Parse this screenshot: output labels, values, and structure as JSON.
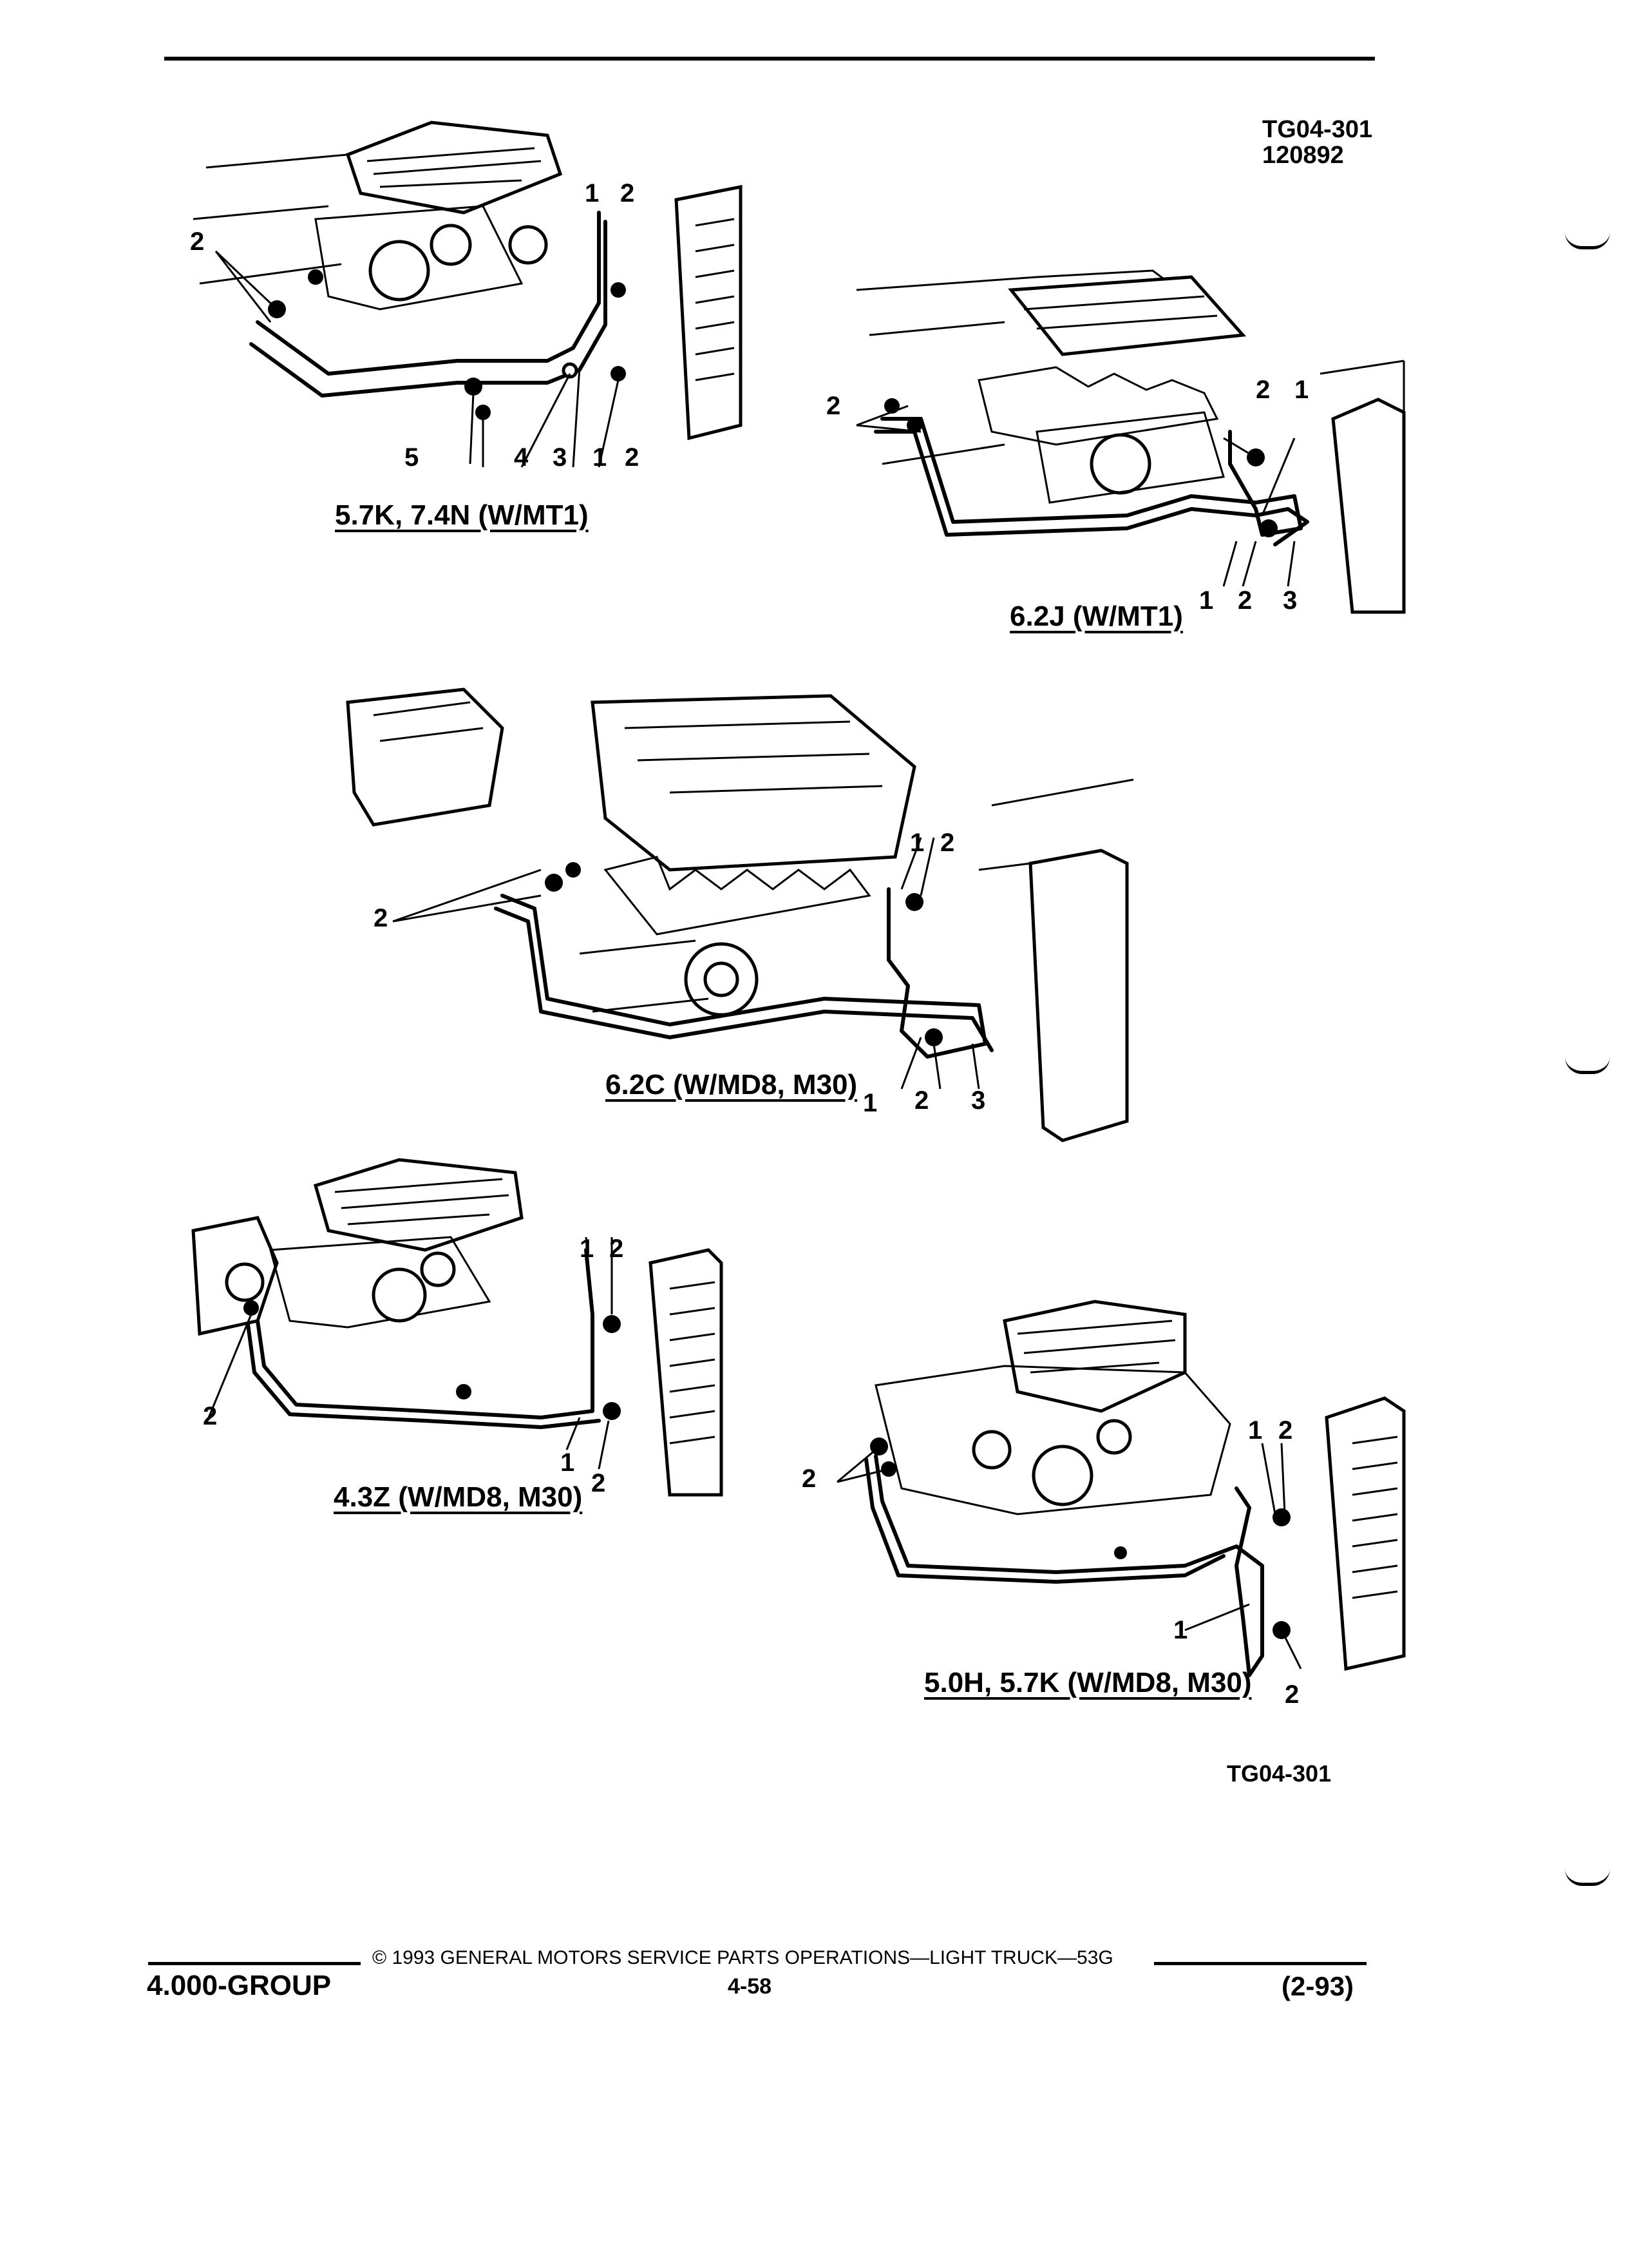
{
  "header": {
    "ref_code": "TG04-301",
    "ref_date": "120892"
  },
  "figures": [
    {
      "title": "5.7K, 7.4N (W/MT1)",
      "callouts": [
        "1",
        "2",
        "2",
        "5",
        "4",
        "3",
        "1",
        "2"
      ]
    },
    {
      "title": "6.2J (W/MT1)",
      "callouts": [
        "2",
        "2",
        "1",
        "1",
        "2",
        "3"
      ]
    },
    {
      "title": "6.2C (W/MD8, M30)",
      "callouts": [
        "1",
        "2",
        "2",
        "1",
        "2",
        "3"
      ]
    },
    {
      "title": "4.3Z (W/MD8, M30)",
      "callouts": [
        "1",
        "2",
        "2",
        "1",
        "2"
      ]
    },
    {
      "title": "5.0H, 5.7K (W/MD8, M30)",
      "callouts": [
        "1",
        "2",
        "2",
        "1",
        "2"
      ]
    }
  ],
  "figure_ref": "TG04-301",
  "footer": {
    "group": "4.000-GROUP",
    "copyright": "© 1993 GENERAL MOTORS SERVICE PARTS OPERATIONS—LIGHT TRUCK—53G",
    "page_number": "4-58",
    "revision": "(2-93)"
  }
}
